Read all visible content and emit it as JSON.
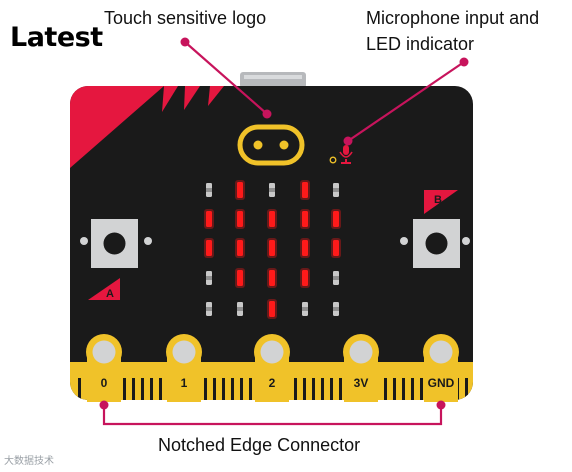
{
  "title": "Latest",
  "callouts": {
    "logo": "Touch sensitive logo",
    "mic_line1": "Microphone input and",
    "mic_line2": "LED indicator",
    "edge": "Notched Edge Connector"
  },
  "buttons": {
    "a": "A",
    "b": "B"
  },
  "pins": [
    "0",
    "1",
    "2",
    "3V",
    "GND"
  ],
  "led_matrix": [
    [
      0,
      1,
      0,
      1,
      0
    ],
    [
      1,
      1,
      1,
      1,
      1
    ],
    [
      1,
      1,
      1,
      1,
      1
    ],
    [
      0,
      1,
      1,
      1,
      0
    ],
    [
      0,
      0,
      1,
      0,
      0
    ]
  ],
  "watermark": "大数据技术",
  "colors": {
    "board": "#1a1a1a",
    "accent": "#e5173f",
    "gold": "#f0c229",
    "callout_line": "#c7145c",
    "led_on": "#ff1a1a",
    "led_off": "#c8c8c8"
  },
  "icons": {
    "microphone": "microphone-icon",
    "logo": "touch-logo-icon"
  }
}
